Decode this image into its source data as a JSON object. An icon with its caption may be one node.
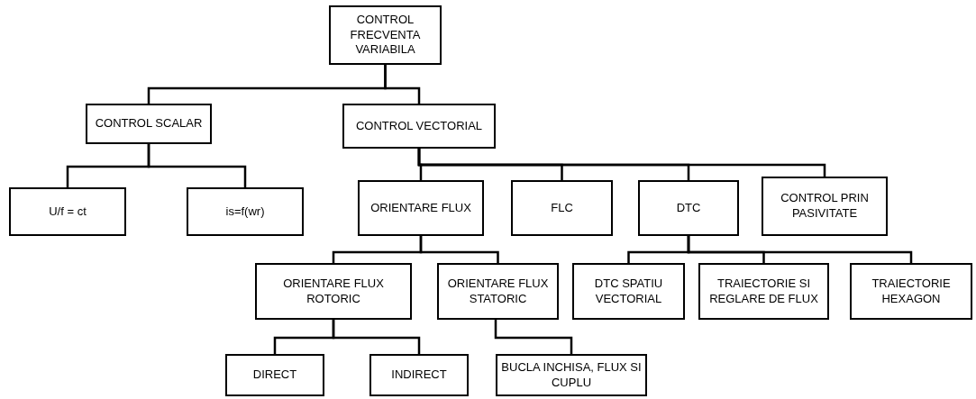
{
  "diagram": {
    "nodes": [
      {
        "text": [
          "CONTROL FRECVENTA VARIABILA"
        ]
      },
      {
        "text": [
          "CONTROL SCALAR"
        ]
      },
      {
        "text": [
          "CONTROL VECTORIAL"
        ]
      },
      {
        "text": [
          "U/f = ct"
        ]
      },
      {
        "text": [
          "is=f(wr)"
        ]
      },
      {
        "text": [
          "ORIENTARE FLUX"
        ]
      },
      {
        "text": [
          "FLC"
        ]
      },
      {
        "text": [
          "DTC"
        ]
      },
      {
        "text": [
          "CONTROL PRIN PASIVITATE"
        ]
      },
      {
        "text": [
          "ORIENTARE FLUX ROTORIC"
        ]
      },
      {
        "text": [
          "ORIENTARE FLUX STATORIC"
        ]
      },
      {
        "text": [
          "DTC SPATIU VECTORIAL"
        ]
      },
      {
        "text": [
          "TRAIECTORIE SI REGLARE DE FLUX"
        ]
      },
      {
        "text": [
          "TRAIECTORIE HEXAGON"
        ]
      },
      {
        "text": [
          "DIRECT"
        ]
      },
      {
        "text": [
          "INDIRECT"
        ]
      },
      {
        "text": [
          "BUCLA INCHISA, FLUX SI CUPLU"
        ]
      }
    ],
    "edges": [
      {
        "from": 0,
        "to": 1,
        "arrow": "none"
      },
      {
        "from": 0,
        "to": 2,
        "arrow": "none"
      },
      {
        "from": 1,
        "to": 3,
        "arrow": "none"
      },
      {
        "from": 1,
        "to": 4,
        "arrow": "none"
      },
      {
        "from": 2,
        "to": 5,
        "arrow": "none"
      },
      {
        "from": 2,
        "to": 6,
        "arrow": "none"
      },
      {
        "from": 2,
        "to": 7,
        "arrow": "none"
      },
      {
        "from": 2,
        "to": 8,
        "arrow": "none"
      },
      {
        "from": 5,
        "to": 9,
        "arrow": "none"
      },
      {
        "from": 5,
        "to": 10,
        "arrow": "none"
      },
      {
        "from": 7,
        "to": 11,
        "arrow": "none"
      },
      {
        "from": 7,
        "to": 12,
        "arrow": "none"
      },
      {
        "from": 7,
        "to": 13,
        "arrow": "none"
      },
      {
        "from": 9,
        "to": 14,
        "arrow": "none"
      },
      {
        "from": 9,
        "to": 15,
        "arrow": "none"
      },
      {
        "from": 10,
        "to": 16,
        "arrow": "none"
      }
    ]
  }
}
